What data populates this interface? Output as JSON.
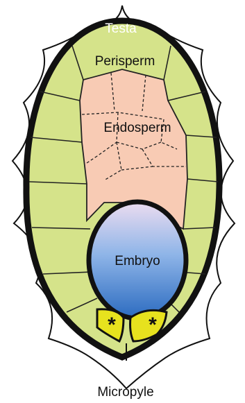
{
  "labels": {
    "testa": "Testa",
    "perisperm": "Perisperm",
    "endosperm": "Endosperm",
    "embryo": "Embryo",
    "micropyle": "Micropyle",
    "marker_left": "*",
    "marker_right": "*"
  },
  "colors": {
    "perisperm_fill": "#d5e38a",
    "endosperm_fill": "#f8cbb4",
    "embryo_top": "#e8d6ef",
    "embryo_bottom": "#2f6fc3",
    "marker_fill": "#e7e21e",
    "outline": "#111111",
    "testa_fill": "#ffffff"
  }
}
